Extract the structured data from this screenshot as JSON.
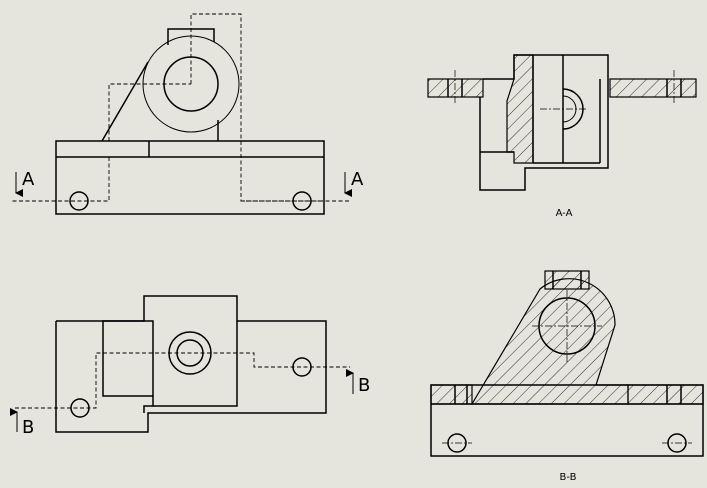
{
  "section_a_label": "A",
  "section_b_label": "B",
  "caption_aa": "A-A",
  "caption_bb": "B-B"
}
